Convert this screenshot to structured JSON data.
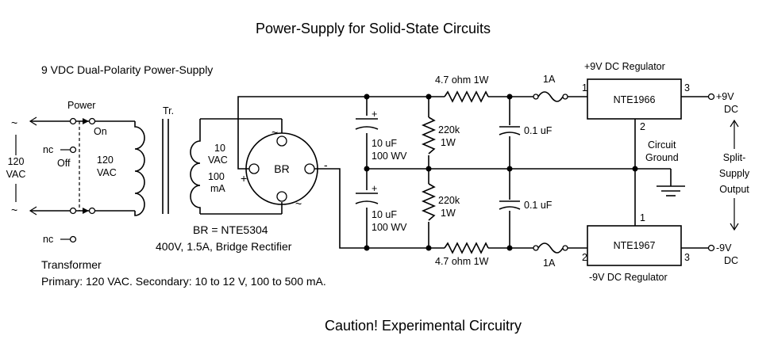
{
  "title": "Power-Supply for Solid-State Circuits",
  "subtitle": "9 VDC Dual-Polarity Power-Supply",
  "footer": "Caution!  Experimental Circuitry",
  "input": {
    "v1": "120",
    "v2": "VAC",
    "nc_top": "nc",
    "nc_bottom": "nc",
    "off_label": "Off",
    "on_label": "On",
    "power_label": "Power"
  },
  "transformer": {
    "ref": "Tr.",
    "primary_v1": "120",
    "primary_v2": "VAC",
    "secondary_v1": "10",
    "secondary_v2": "VAC",
    "secondary_i1": "100",
    "secondary_i2": "mA",
    "caption1": "Transformer",
    "caption2": "Primary:  120 VAC.   Secondary:  10 to 12 V, 100 to 500 mA."
  },
  "rectifier": {
    "ref": "BR",
    "part": "BR = NTE5304",
    "spec": "400V, 1.5A, Bridge Rectifier",
    "plus": "+",
    "minus": "-",
    "ac": "~"
  },
  "filter": {
    "cap1_val": "10 uF",
    "cap1_wv": "100 WV",
    "cap2_val": "10 uF",
    "cap2_wv": "100 WV",
    "cap_plus": "+",
    "bleed1_r": "220k",
    "bleed1_w": "1W",
    "bleed2_r": "220k",
    "bleed2_w": "1W",
    "res_top": "4.7 ohm  1W",
    "res_bottom": "4.7 ohm  1W",
    "bypass_top": "0.1 uF",
    "bypass_bottom": "0.1 uF",
    "fuse_top": "1A",
    "fuse_bottom": "1A"
  },
  "regulators": {
    "pos_title": "+9V DC Regulator",
    "pos_part": "NTE1966",
    "neg_title": "-9V DC Regulator",
    "neg_part": "NTE1967",
    "pin1": "1",
    "pin2": "2",
    "pin3": "3"
  },
  "outputs": {
    "pos": "+9V",
    "pos_dc": "DC",
    "neg": "-9V",
    "neg_dc": "DC",
    "ground1": "Circuit",
    "ground2": "Ground",
    "split1": "Split-",
    "split2": "Supply",
    "split3": "Output"
  }
}
